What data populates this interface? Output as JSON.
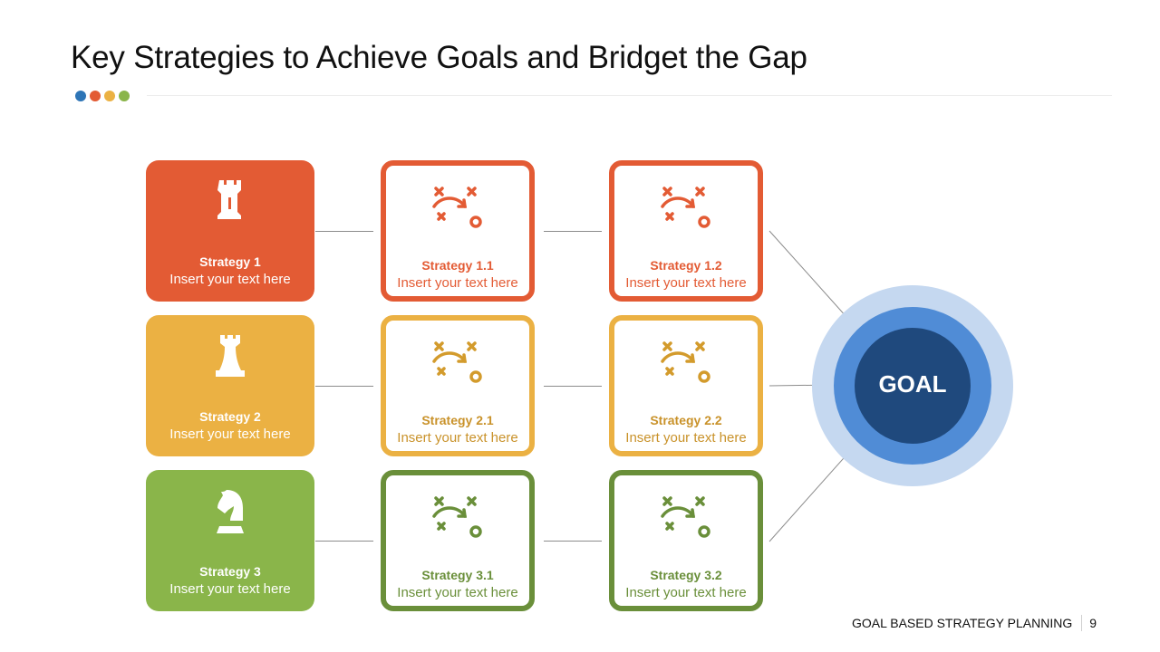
{
  "title": "Key Strategies to Achieve Goals and Bridget the Gap",
  "accent_dots": [
    "#2e75b6",
    "#e35b34",
    "#ebb143",
    "#8ab54a"
  ],
  "colors": {
    "red": "#e35b34",
    "yellow": "#ebb143",
    "green_fill": "#8ab54a",
    "green_outline": "#6a8f3a",
    "goal_outer": "#c5d8f0",
    "goal_mid": "#508cd6",
    "goal_inner": "#1f497d",
    "connector": "#8c8c8c"
  },
  "strategies": [
    {
      "label": "Strategy 1",
      "text": "Insert your text here",
      "icon": "chess-rook-icon"
    },
    {
      "label": "Strategy 2",
      "text": "Insert your text here",
      "icon": "chess-pawn-rook-icon"
    },
    {
      "label": "Strategy 3",
      "text": "Insert your text here",
      "icon": "chess-knight-icon"
    }
  ],
  "substrategies": [
    [
      {
        "label": "Strategy 1.1",
        "text": "Insert your text here"
      },
      {
        "label": "Strategy 1.2",
        "text": "Insert your text here"
      }
    ],
    [
      {
        "label": "Strategy 2.1",
        "text": "Insert your text here"
      },
      {
        "label": "Strategy 2.2",
        "text": "Insert your text here"
      }
    ],
    [
      {
        "label": "Strategy 3.1",
        "text": "Insert your text here"
      },
      {
        "label": "Strategy 3.2",
        "text": "Insert your text here"
      }
    ]
  ],
  "goal": {
    "label": "GOAL"
  },
  "footer": {
    "text": "GOAL BASED STRATEGY PLANNING",
    "page": "9"
  }
}
